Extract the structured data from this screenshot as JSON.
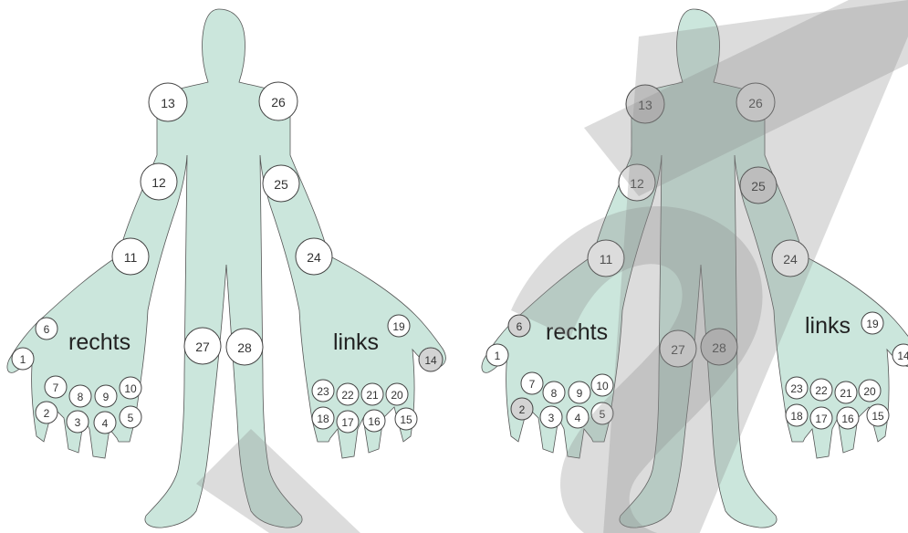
{
  "labels": {
    "right": "rechts",
    "left": "links"
  },
  "colors": {
    "body": "#cbe6dc",
    "joint": "#ffffff",
    "joint_affected": "#d3d3d3",
    "outline": "#555555"
  },
  "figures": [
    {
      "name": "figure-left",
      "joints": [
        {
          "id": "13",
          "r": 21,
          "affected": false
        },
        {
          "id": "26",
          "r": 21,
          "affected": false
        },
        {
          "id": "12",
          "r": 20,
          "affected": false
        },
        {
          "id": "25",
          "r": 20,
          "affected": false
        },
        {
          "id": "11",
          "r": 20,
          "affected": false
        },
        {
          "id": "24",
          "r": 20,
          "affected": false
        },
        {
          "id": "27",
          "r": 20,
          "affected": false
        },
        {
          "id": "28",
          "r": 20,
          "affected": false
        },
        {
          "id": "6",
          "r": 12,
          "affected": false
        },
        {
          "id": "1",
          "r": 12,
          "affected": false
        },
        {
          "id": "7",
          "r": 12,
          "affected": false
        },
        {
          "id": "8",
          "r": 12,
          "affected": false
        },
        {
          "id": "9",
          "r": 12,
          "affected": false
        },
        {
          "id": "10",
          "r": 12,
          "affected": false
        },
        {
          "id": "2",
          "r": 12,
          "affected": false
        },
        {
          "id": "3",
          "r": 12,
          "affected": false
        },
        {
          "id": "4",
          "r": 12,
          "affected": false
        },
        {
          "id": "5",
          "r": 12,
          "affected": false
        },
        {
          "id": "19",
          "r": 12,
          "affected": false
        },
        {
          "id": "14",
          "r": 13,
          "affected": true
        },
        {
          "id": "23",
          "r": 12,
          "affected": false
        },
        {
          "id": "22",
          "r": 12,
          "affected": false
        },
        {
          "id": "21",
          "r": 12,
          "affected": false
        },
        {
          "id": "20",
          "r": 12,
          "affected": false
        },
        {
          "id": "18",
          "r": 12,
          "affected": false
        },
        {
          "id": "17",
          "r": 12,
          "affected": false
        },
        {
          "id": "16",
          "r": 12,
          "affected": false
        },
        {
          "id": "15",
          "r": 12,
          "affected": false
        }
      ]
    },
    {
      "name": "figure-right",
      "joints": [
        {
          "id": "13",
          "r": 21,
          "affected": true
        },
        {
          "id": "26",
          "r": 21,
          "affected": false
        },
        {
          "id": "12",
          "r": 20,
          "affected": false
        },
        {
          "id": "25",
          "r": 20,
          "affected": true
        },
        {
          "id": "11",
          "r": 20,
          "affected": false
        },
        {
          "id": "24",
          "r": 20,
          "affected": false
        },
        {
          "id": "27",
          "r": 20,
          "affected": false
        },
        {
          "id": "28",
          "r": 20,
          "affected": true
        },
        {
          "id": "6",
          "r": 12,
          "affected": true
        },
        {
          "id": "1",
          "r": 12,
          "affected": false
        },
        {
          "id": "7",
          "r": 12,
          "affected": false
        },
        {
          "id": "8",
          "r": 12,
          "affected": false
        },
        {
          "id": "9",
          "r": 12,
          "affected": false
        },
        {
          "id": "10",
          "r": 12,
          "affected": false
        },
        {
          "id": "2",
          "r": 12,
          "affected": true
        },
        {
          "id": "3",
          "r": 12,
          "affected": false
        },
        {
          "id": "4",
          "r": 12,
          "affected": false
        },
        {
          "id": "5",
          "r": 12,
          "affected": false
        },
        {
          "id": "19",
          "r": 12,
          "affected": false
        },
        {
          "id": "14",
          "r": 12,
          "affected": false
        },
        {
          "id": "23",
          "r": 12,
          "affected": false
        },
        {
          "id": "22",
          "r": 12,
          "affected": false
        },
        {
          "id": "21",
          "r": 12,
          "affected": false
        },
        {
          "id": "20",
          "r": 12,
          "affected": false
        },
        {
          "id": "18",
          "r": 12,
          "affected": false
        },
        {
          "id": "17",
          "r": 12,
          "affected": false
        },
        {
          "id": "16",
          "r": 12,
          "affected": false
        },
        {
          "id": "15",
          "r": 12,
          "affected": false
        }
      ]
    }
  ]
}
